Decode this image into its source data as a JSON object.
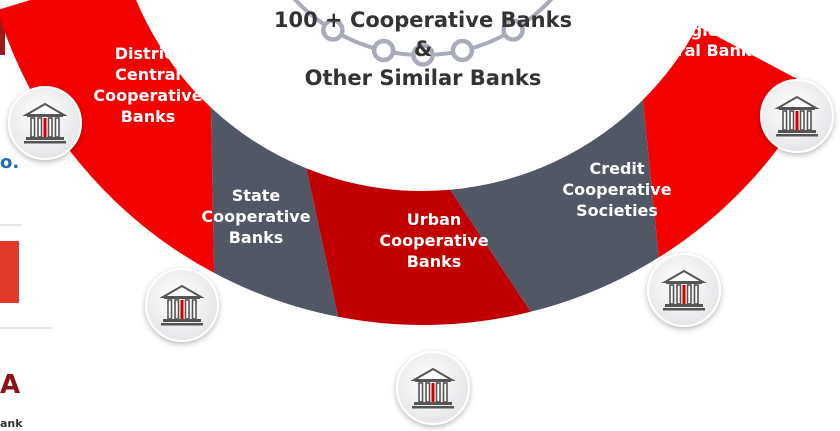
{
  "hub": {
    "line1": "100 + Cooperative Banks",
    "line2": "&",
    "line3": "Other Similar Banks"
  },
  "segments": [
    {
      "id": "district-central",
      "lines": [
        "District",
        "Central",
        "Cooperative",
        "Banks"
      ],
      "color": "#f40000"
    },
    {
      "id": "state",
      "lines": [
        "State",
        "Cooperative",
        "Banks"
      ],
      "color": "#525766"
    },
    {
      "id": "urban",
      "lines": [
        "Urban",
        "Cooperative",
        "Banks"
      ],
      "color": "#c00000"
    },
    {
      "id": "credit-societies",
      "lines": [
        "Credit",
        "Cooperative",
        "Societies"
      ],
      "color": "#525766"
    },
    {
      "id": "regional-rural",
      "lines": [
        "Regional",
        "Rural Banks"
      ],
      "color": "#f40000"
    }
  ],
  "left_crop": {
    "fragment1": "o.",
    "fragment2": "A",
    "fragment3": "ank"
  },
  "icons": [
    "bank-building-icon"
  ],
  "colors": {
    "red": "#f40000",
    "dark_red": "#c00000",
    "slate": "#525766",
    "ring": "#a8abb8",
    "hub_text": "#333333"
  }
}
